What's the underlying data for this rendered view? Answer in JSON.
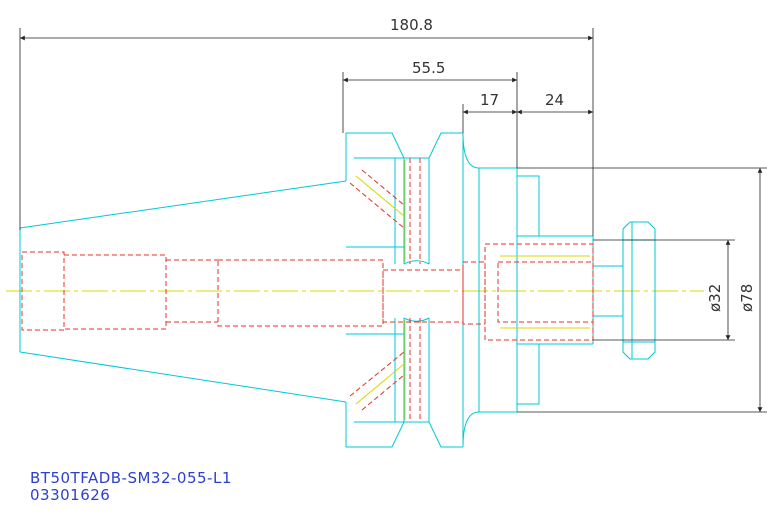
{
  "drawing": {
    "part_number": "BT50TFADB-SM32-055-L1",
    "drawing_code": "03301626",
    "dimensions": {
      "overall_length": "180.8",
      "gauge_to_nose": "55.5",
      "flange_width": "17",
      "nose_projection": "24",
      "bore_diameter": "ø32",
      "body_diameter": "ø78"
    },
    "colors": {
      "outline": "#00c8d8",
      "hidden": "#e8302a",
      "centerline": "#d8d800",
      "dimension": "#222222",
      "title_text": "#2b3fd0"
    }
  }
}
